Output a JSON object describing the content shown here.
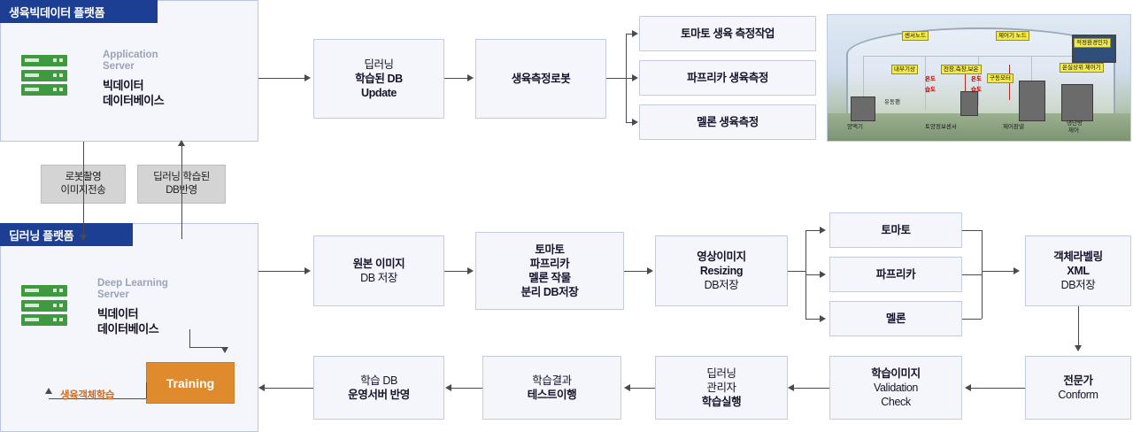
{
  "platforms": {
    "growth": {
      "title": "생육빅데이터 플랫폼",
      "server_label_1": "Application",
      "server_label_2": "Server",
      "server_name_1": "빅데이터",
      "server_name_2": "데이터베이스",
      "icon": "server-rack-icon"
    },
    "deep": {
      "title": "딥러닝 플랫폼",
      "server_label_1": "Deep Learning",
      "server_label_2": "Server",
      "server_name_1": "빅데이터",
      "server_name_2": "데이터베이스",
      "icon": "server-rack-icon",
      "training_label": "Training",
      "loop_label": "생육객체학습"
    }
  },
  "connectors": {
    "robot_image": {
      "line1": "로봇촬영",
      "line2": "이미지전송"
    },
    "db_reflect": {
      "line1": "딥러닝 학습된",
      "line2": "DB반영"
    }
  },
  "top_flow": [
    {
      "name": "db-update",
      "lines": [
        "딥러닝",
        "학습된 DB",
        "Update"
      ],
      "bold": [
        false,
        true,
        true
      ]
    },
    {
      "name": "growth-robot",
      "lines": [
        "생육측정로봇"
      ],
      "bold": [
        true
      ]
    }
  ],
  "top_branches": [
    {
      "name": "tomato-measure",
      "lines": [
        "토마토 생육 측정작업"
      ],
      "bold": [
        true
      ]
    },
    {
      "name": "paprika-measure",
      "lines": [
        "파프리카 생육측정"
      ],
      "bold": [
        true
      ]
    },
    {
      "name": "melon-measure",
      "lines": [
        "멜론 생육측정"
      ],
      "bold": [
        true
      ]
    }
  ],
  "photo": {
    "name": "greenhouse-sensor-diagram",
    "labels": [
      "센서노드",
      "제어기 노드",
      "내부기상",
      "천창,측창,보온",
      "구동모터",
      "온실상위 제어기",
      "온도",
      "습도",
      "온도",
      "습도",
      "유동팬",
      "냉난방",
      "제어",
      "양액기",
      "토양정보센서",
      "제어판넬",
      "적정환경인자"
    ]
  },
  "mid_flow": [
    {
      "name": "original-image-db",
      "lines": [
        "원본 이미지",
        "DB 저장"
      ],
      "bold": [
        true,
        false
      ]
    },
    {
      "name": "crop-split-db",
      "lines": [
        "토마토",
        "파프리카",
        "멜론 작물",
        "분리 DB저장"
      ],
      "bold": [
        true,
        true,
        true,
        true
      ]
    },
    {
      "name": "image-resizing",
      "lines": [
        "영상이미지",
        "Resizing",
        "DB저장"
      ],
      "bold": [
        true,
        true,
        false
      ]
    }
  ],
  "mid_branches": [
    {
      "name": "tomato",
      "lines": [
        "토마토"
      ],
      "bold": [
        true
      ]
    },
    {
      "name": "paprika",
      "lines": [
        "파프리카"
      ],
      "bold": [
        true
      ]
    },
    {
      "name": "melon",
      "lines": [
        "멜론"
      ],
      "bold": [
        true
      ]
    }
  ],
  "xml_box": {
    "name": "object-labeling-xml",
    "lines": [
      "객체라벨링",
      "XML",
      "DB저장"
    ],
    "bold": [
      true,
      true,
      false
    ]
  },
  "bottom_flow": [
    {
      "name": "expert-conform",
      "lines": [
        "전문가",
        "Conform"
      ],
      "bold": [
        true,
        false
      ]
    },
    {
      "name": "training-image-validation",
      "lines": [
        "학습이미지",
        "Validation",
        "Check"
      ],
      "bold": [
        true,
        false,
        false
      ]
    },
    {
      "name": "deep-learning-train-run",
      "lines": [
        "딥러닝",
        "관리자",
        "학습실행"
      ],
      "bold": [
        false,
        false,
        true
      ]
    },
    {
      "name": "train-result-test",
      "lines": [
        "학습결과",
        "테스트이행"
      ],
      "bold": [
        false,
        true
      ]
    },
    {
      "name": "train-db-deploy",
      "lines": [
        "학습 DB",
        "운영서버 반영"
      ],
      "bold": [
        false,
        true
      ]
    }
  ]
}
